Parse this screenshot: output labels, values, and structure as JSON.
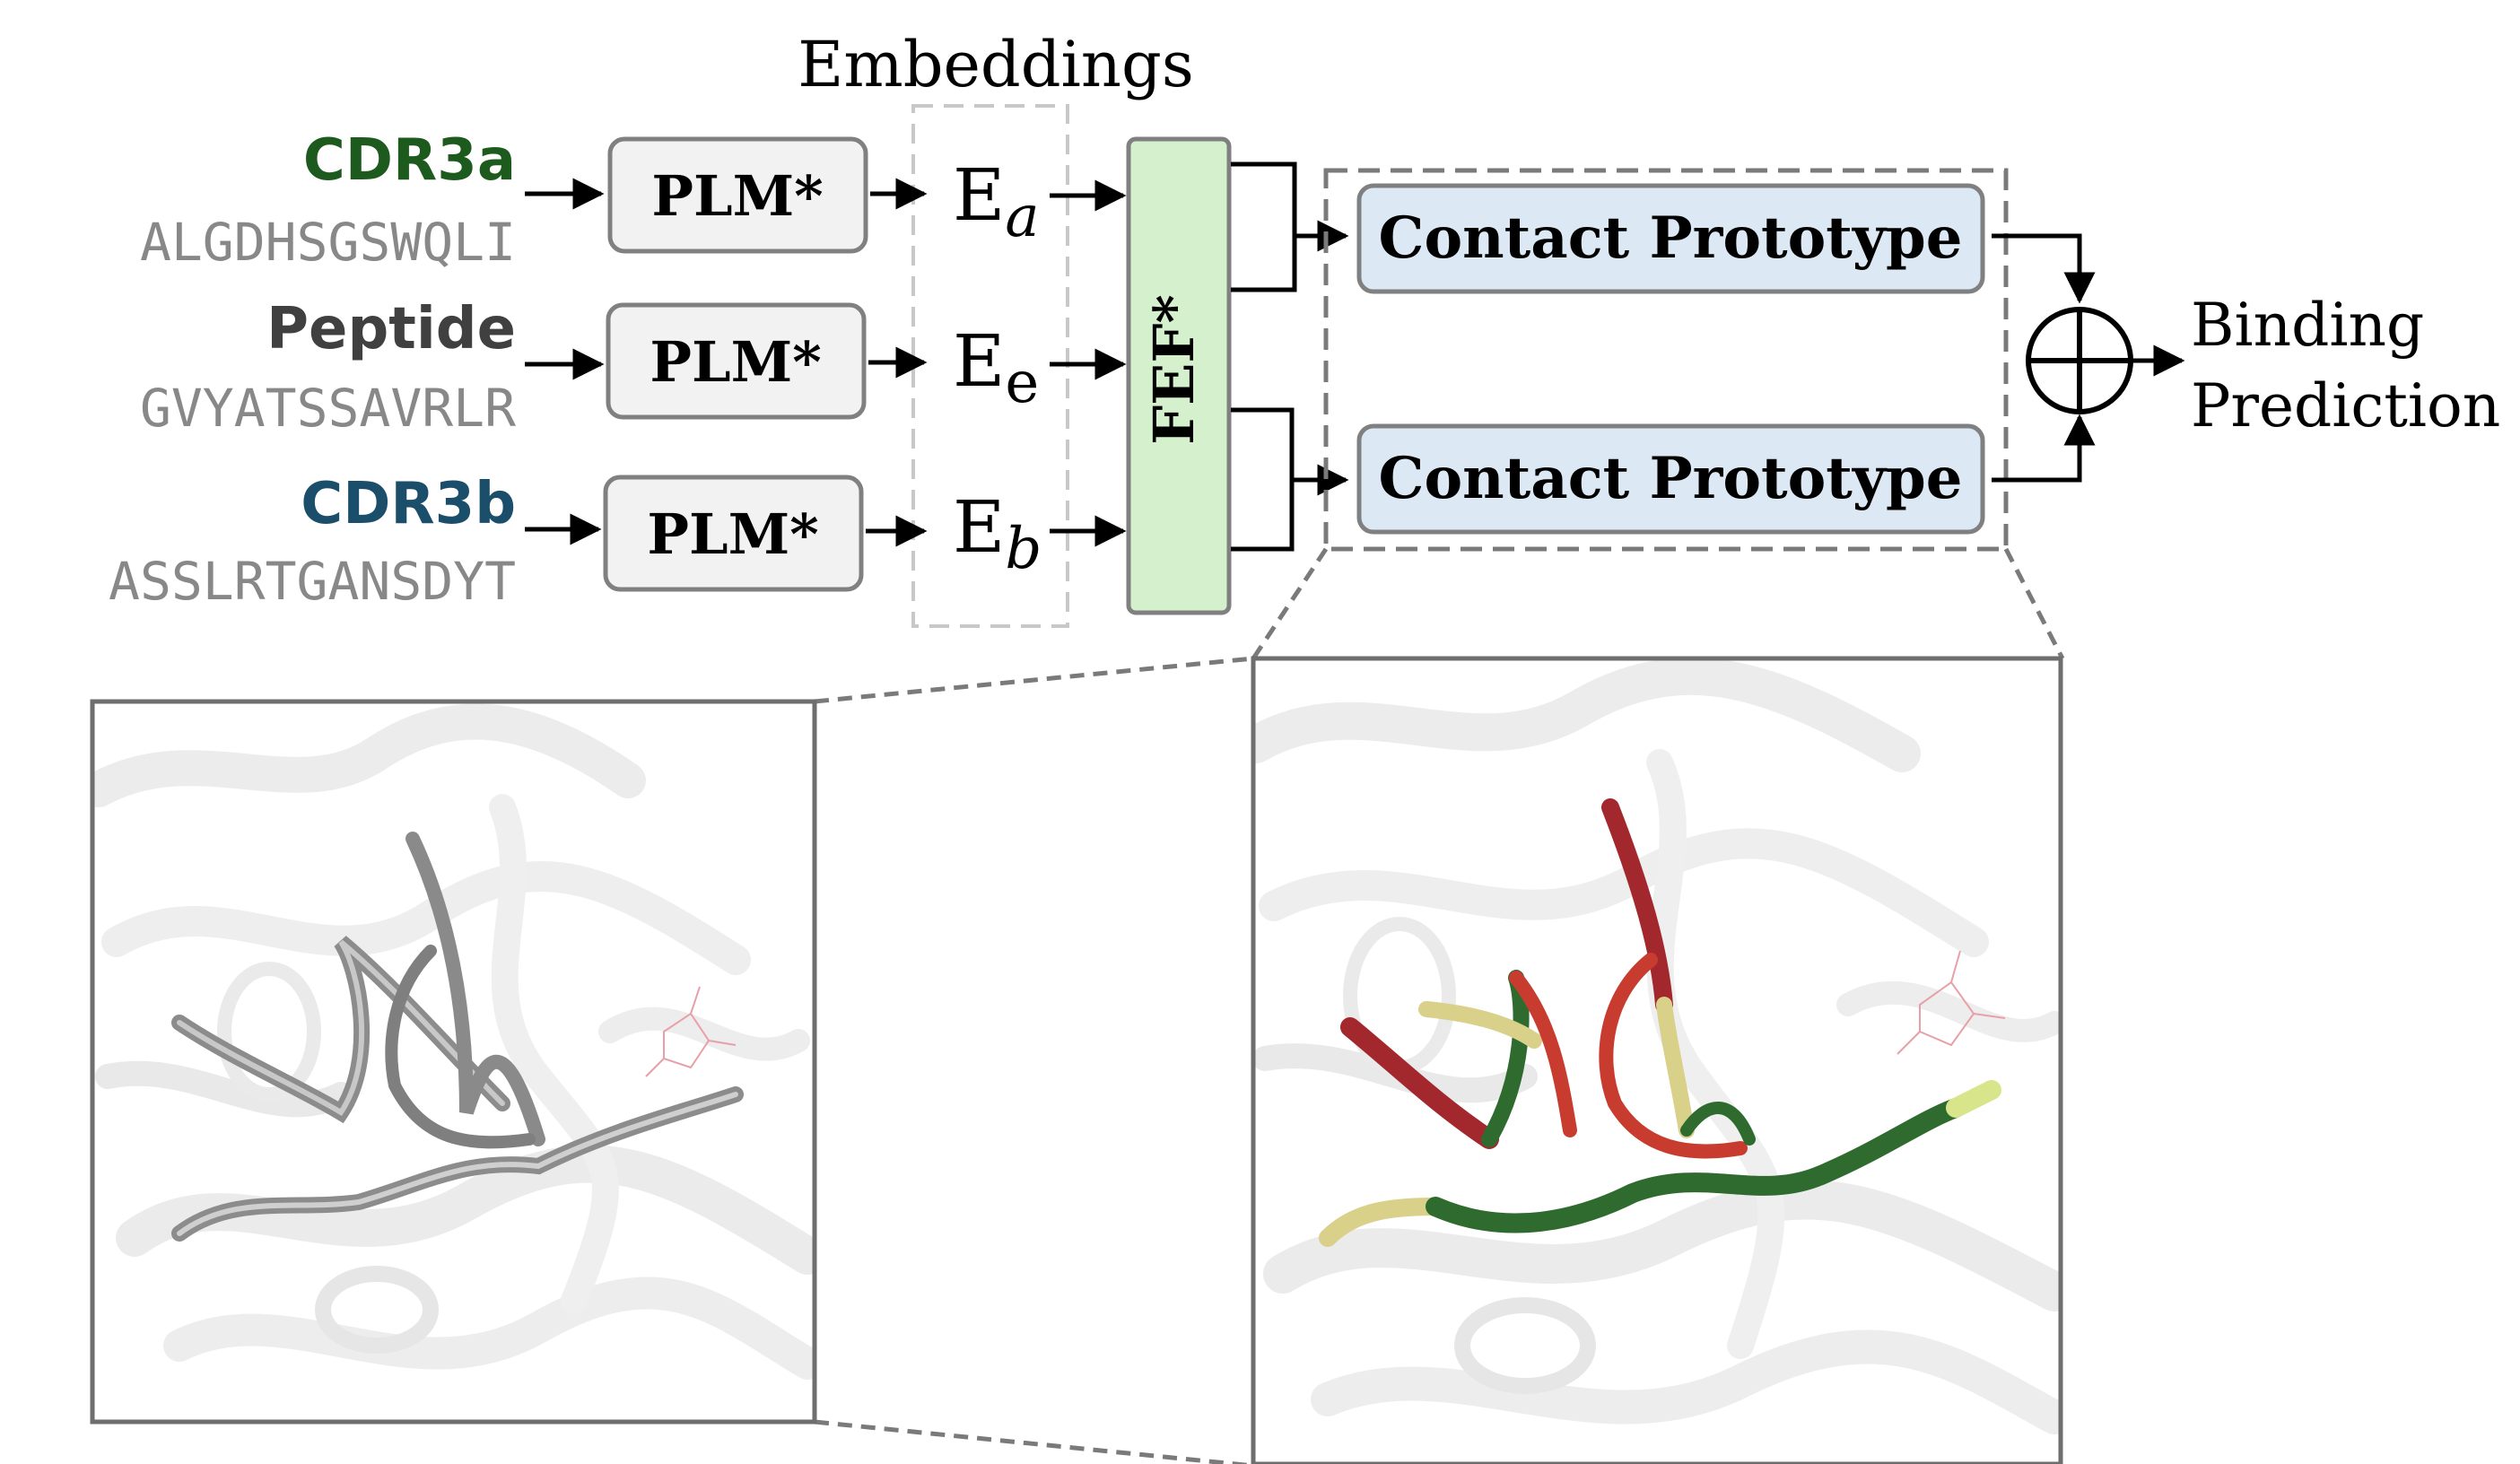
{
  "header": {
    "embeddings_label": "Embeddings"
  },
  "inputs": [
    {
      "name": "CDR3a",
      "sequence": "ALGDHSGSWQLI",
      "color": "#1d5a1d"
    },
    {
      "name": "Peptide",
      "sequence": "GVYATSSAVRLR",
      "color": "#404040"
    },
    {
      "name": "CDR3b",
      "sequence": "ASSLRTGANSDYT",
      "color": "#1b4e6b"
    }
  ],
  "plm_label": "PLM*",
  "embeddings": [
    {
      "base": "E",
      "sub": "a",
      "sub_italic": true
    },
    {
      "base": "E",
      "sub": "e",
      "sub_italic": false
    },
    {
      "base": "E",
      "sub": "b",
      "sub_italic": true
    }
  ],
  "fef_label": "FEF*",
  "contact_prototype_label": "Contact Prototype",
  "output": {
    "line1": "Binding",
    "line2": "Prediction"
  },
  "colors": {
    "box_fill": "#f2f2f2",
    "box_stroke": "#808080",
    "fef_fill": "#d5f0cc",
    "contact_fill": "#dce9f5",
    "sequence_gray": "#888888",
    "dashed": "#7a7a7a",
    "ribbon_gray": "#8c8c8c",
    "ribbon_green": "#2f6b2f",
    "ribbon_red": "#a3282e",
    "ribbon_yellow": "#d9d08a"
  },
  "panels": {
    "left": {
      "description": "grayscale-ribbon-structure"
    },
    "right": {
      "description": "contact-colored-ribbon-structure"
    }
  }
}
